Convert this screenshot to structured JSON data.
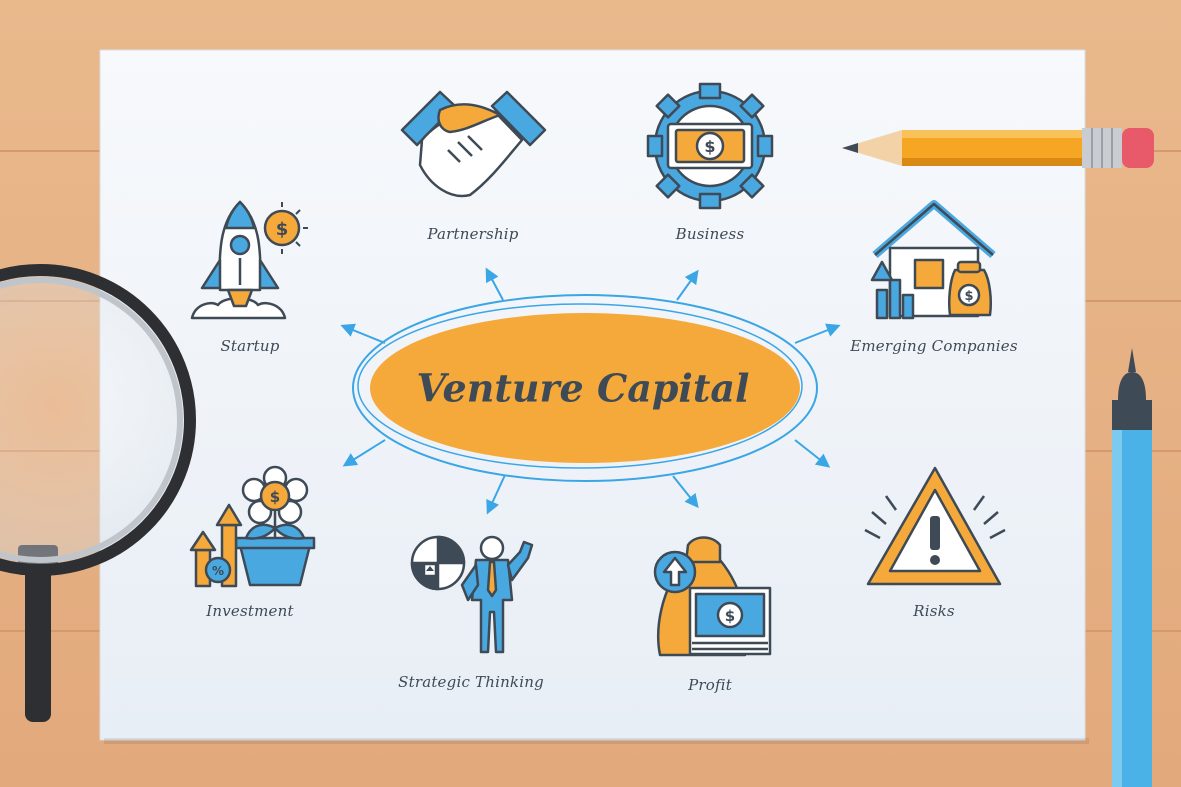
{
  "diagram": {
    "title": "Venture Capital",
    "nodes": [
      {
        "id": "partnership",
        "label": "Partnership",
        "icon": "handshake-icon"
      },
      {
        "id": "business",
        "label": "Business",
        "icon": "gear-money-icon"
      },
      {
        "id": "emerging",
        "label": "Emerging Companies",
        "icon": "house-growth-icon"
      },
      {
        "id": "risks",
        "label": "Risks",
        "icon": "warning-triangle-icon"
      },
      {
        "id": "profit",
        "label": "Profit",
        "icon": "money-bag-icon"
      },
      {
        "id": "strategic",
        "label": "Strategic Thinking",
        "icon": "businessman-chart-icon"
      },
      {
        "id": "investment",
        "label": "Investment",
        "icon": "plant-growth-icon"
      },
      {
        "id": "startup",
        "label": "Startup",
        "icon": "rocket-icon"
      }
    ]
  },
  "colors": {
    "accent_orange": "#f5a93a",
    "accent_blue": "#4aa8e0",
    "outline": "#3e4a56",
    "arrow_blue": "#3aa6e6",
    "paper": "#f4f7fb"
  },
  "props": [
    "pencil",
    "pen",
    "magnifying-glass"
  ]
}
